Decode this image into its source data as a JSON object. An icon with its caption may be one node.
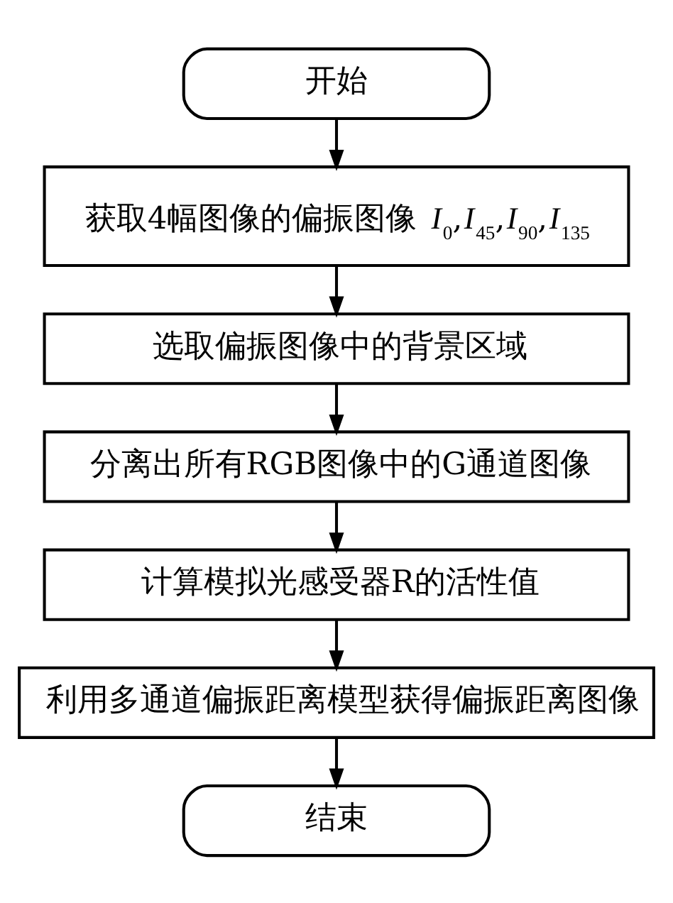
{
  "diagram": {
    "nodes": [
      {
        "text": [
          "开始"
        ]
      },
      {
        "text": [
          "获取4幅图像的偏振图像 *I*$_{0}$,*I*$_{45}$,*I*$_{90}$,*I*$_{135}$"
        ]
      },
      {
        "text": [
          "选取偏振图像中的背景区域"
        ]
      },
      {
        "text": [
          "分离出所有RGB图像中的G通道图像"
        ]
      },
      {
        "text": [
          "计算模拟光感受器R的活性值"
        ]
      },
      {
        "text": [
          "利用多通道偏振距离模型获得偏振距离图像"
        ]
      },
      {
        "text": [
          "结束"
        ]
      }
    ],
    "edges": [
      {
        "from": 0,
        "to": 1,
        "arrow": "to"
      },
      {
        "from": 1,
        "to": 2,
        "arrow": "to"
      },
      {
        "from": 2,
        "to": 3,
        "arrow": "to"
      },
      {
        "from": 3,
        "to": 4,
        "arrow": "to"
      },
      {
        "from": 4,
        "to": 5,
        "arrow": "to"
      },
      {
        "from": 5,
        "to": 6,
        "arrow": "to"
      }
    ]
  }
}
